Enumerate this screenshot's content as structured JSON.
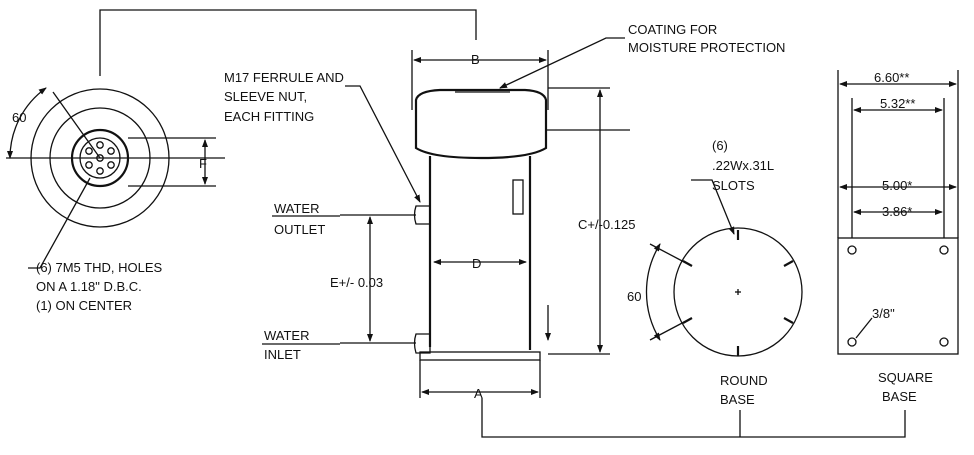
{
  "labels": {
    "coating_1": "COATING FOR",
    "coating_2": "MOISTURE PROTECTION",
    "dim_b": "B",
    "dim_a": "A",
    "dim_c": "C+/-0.125",
    "dim_d": "D",
    "dim_e": "E+/- 0.03",
    "dim_f": "F",
    "angle_60_left": "60",
    "angle_60_round": "60",
    "ferrule_1": "M17 FERRULE AND",
    "ferrule_2": "SLEEVE NUT,",
    "ferrule_3": "EACH FITTING",
    "water_outlet_1": "WATER",
    "water_outlet_2": "OUTLET",
    "water_inlet_1": "WATER",
    "water_inlet_2": "INLET",
    "holes_1": "(6) 7M5 THD, HOLES",
    "holes_2": "ON A 1.18\" D.B.C.",
    "holes_3": "(1) ON CENTER",
    "slots_1": "(6)",
    "slots_2": ".22Wx.31L",
    "slots_3": "SLOTS",
    "round_base_1": "ROUND",
    "round_base_2": "BASE",
    "square_base_1": "SQUARE",
    "square_base_2": "BASE",
    "sq_660": "6.60**",
    "sq_532": "5.32**",
    "sq_500": "5.00*",
    "sq_386": "3.86*",
    "sq_hole": "3/8\""
  }
}
